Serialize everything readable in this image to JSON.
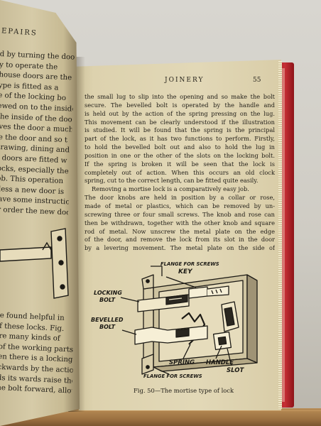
{
  "right_page": {
    "header_title": "JOINERY",
    "page_number": "55",
    "lines": [
      "the small lug to slip into the opening and so make the bolt",
      "secure.  The bevelled bolt is operated by the handle and",
      "is held out by the action of the spring pressing on the lug.",
      "This movement can be clearly understood if the illustration",
      "is studied.  It will be found that the spring is the principal",
      "part of the lock, as it has two functions to perform.  Firstly,",
      "to hold the bevelled bolt out and also to hold the lug in",
      "position in one or the other of the slots on the locking bolt.",
      "If the spring is broken it will be seen that the lock is",
      "completely out of action.  When this occurs an old clock",
      "spring, cut to the correct length, can be fitted quite easily.",
      "Removing a mortise lock is a comparatively easy job.",
      "The door knobs are held in position by a collar or rose,",
      "made of metal or plastics, which can be removed by un-",
      "screwing three or four small screws.  The knob and rose can",
      "then be withdrawn, together with the other knob and square",
      "rod of metal.  Now unscrew the metal plate on the edge",
      "of the door, and remove the lock from its slot in the door",
      "by a levering movement.  The metal plate on the side of"
    ]
  },
  "figure": {
    "labels": {
      "flange_top": "FLANGE FOR SCREWS",
      "key": "KEY",
      "locking_bolt_1": "LOCKING",
      "locking_bolt_2": "BOLT",
      "bevelled_bolt_1": "BEVELLED",
      "bevelled_bolt_2": "BOLT",
      "spring": "SPRING",
      "handle": "HANDLE",
      "slot": "SLOT",
      "flange_bottom": "FLANGE FOR SCREWS"
    },
    "caption": "Fig. 50—The mortise type of lock"
  },
  "left_page": {
    "header_fragment": "EPAIRS",
    "lines": [
      "d by turning the door",
      "y to operate the",
      "house doors are the",
      "ype is fitted as a",
      "e of the locking bo",
      "ewed on to the inside",
      "the inside of the door",
      "ives the door a much",
      "le the door and so t",
      "drawing, dining and",
      "e doors are fitted w",
      "locks, especially the",
      "job.  This operation",
      "nless a new door is",
      "have some instruction",
      " or order the new door"
    ],
    "lower_lines": [
      "e found helpful in",
      "f these locks.  Fig.",
      "re many kinds of",
      "of the working parts",
      "en there is a locking",
      "ckwards by the action",
      "ds its wards raise the",
      "he bolt forward, allow"
    ]
  }
}
